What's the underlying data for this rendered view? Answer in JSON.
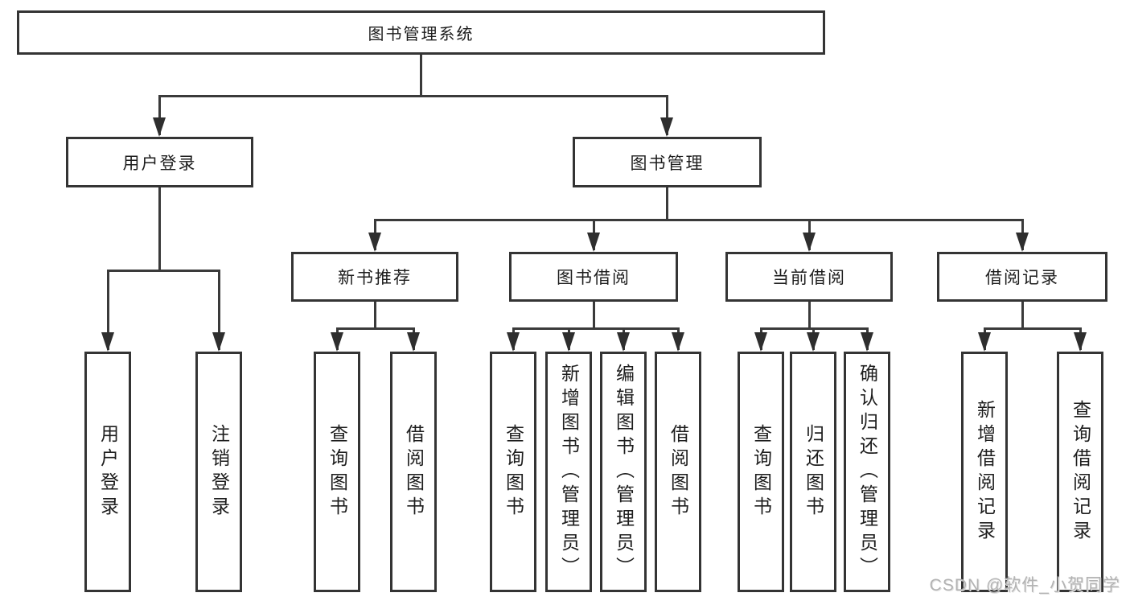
{
  "tree": {
    "label": "图书管理系统",
    "children": [
      {
        "label": "用户登录",
        "children": [
          {
            "label": "用户登录"
          },
          {
            "label": "注销登录"
          }
        ]
      },
      {
        "label": "图书管理",
        "children": [
          {
            "label": "新书推荐",
            "children": [
              {
                "label": "查询图书"
              },
              {
                "label": "借阅图书"
              }
            ]
          },
          {
            "label": "图书借阅",
            "children": [
              {
                "label": "查询图书"
              },
              {
                "label": "新增图书（管理员）"
              },
              {
                "label": "编辑图书（管理员）"
              },
              {
                "label": "借阅图书"
              }
            ]
          },
          {
            "label": "当前借阅",
            "children": [
              {
                "label": "查询图书"
              },
              {
                "label": "归还图书"
              },
              {
                "label": "确认归还（管理员）"
              }
            ]
          },
          {
            "label": "借阅记录",
            "children": [
              {
                "label": "新增借阅记录"
              },
              {
                "label": "查询借阅记录"
              }
            ]
          }
        ]
      }
    ]
  },
  "watermark": {
    "text": "CSDN @软件_小贺同学"
  },
  "colors": {
    "line": "#3a3a3a",
    "box_border": "#343434",
    "text": "#1d1d1d",
    "watermark": "#b3b3b3",
    "background": "#ffffff"
  }
}
